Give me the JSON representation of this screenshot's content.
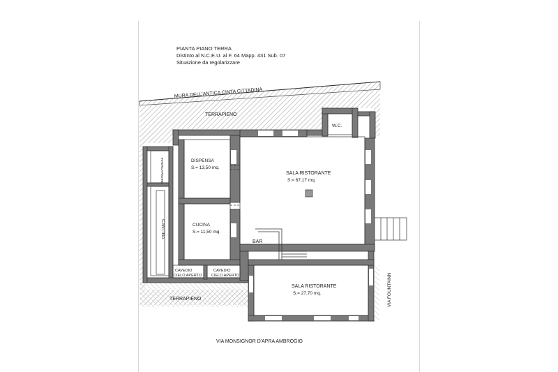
{
  "header": {
    "title": "PIANTA PIANO TERRA",
    "line1": "Distinto al N.C.E.U. al F. 64 Mapp. 431 Sub. 07",
    "line2": "Situazione da regolarizzare"
  },
  "labels": {
    "wall": "MURA DELL'ANTICA CINTA CITTADINA",
    "terrapieno_top": "TERRAPIENO",
    "terrapieno_bottom": "TERRAPIENO",
    "wc": "W.C.",
    "dispensa": "DISPENSA",
    "dispensa_area": "S.= 13,50 mq.",
    "sala1": "SALA RISTORANTE",
    "sala1_area": "S.= 67,17 mq.",
    "intercapedine": "INTERCAPEDINE",
    "cantina": "CANTINA",
    "cucina": "CUCINA",
    "cucina_area": "S.= 11,50 mq.",
    "bar": "BAR",
    "cavedio1_a": "CAVEDIO",
    "cavedio1_b": "CIELO APERTO",
    "cavedio2_a": "CAVEDIO",
    "cavedio2_b": "CIELO APERTO",
    "sala2": "SALA RISTORANTE",
    "sala2_area": "S.= 27,70 mq.",
    "via_fountain": "VIA FOUNTAINN",
    "via_monsignor": "VIA MONSIGNOR D'APRA AMBROGIO"
  },
  "colors": {
    "wall": "#6f6f6f",
    "hatch": "#b8b8b8",
    "line": "#333333"
  }
}
